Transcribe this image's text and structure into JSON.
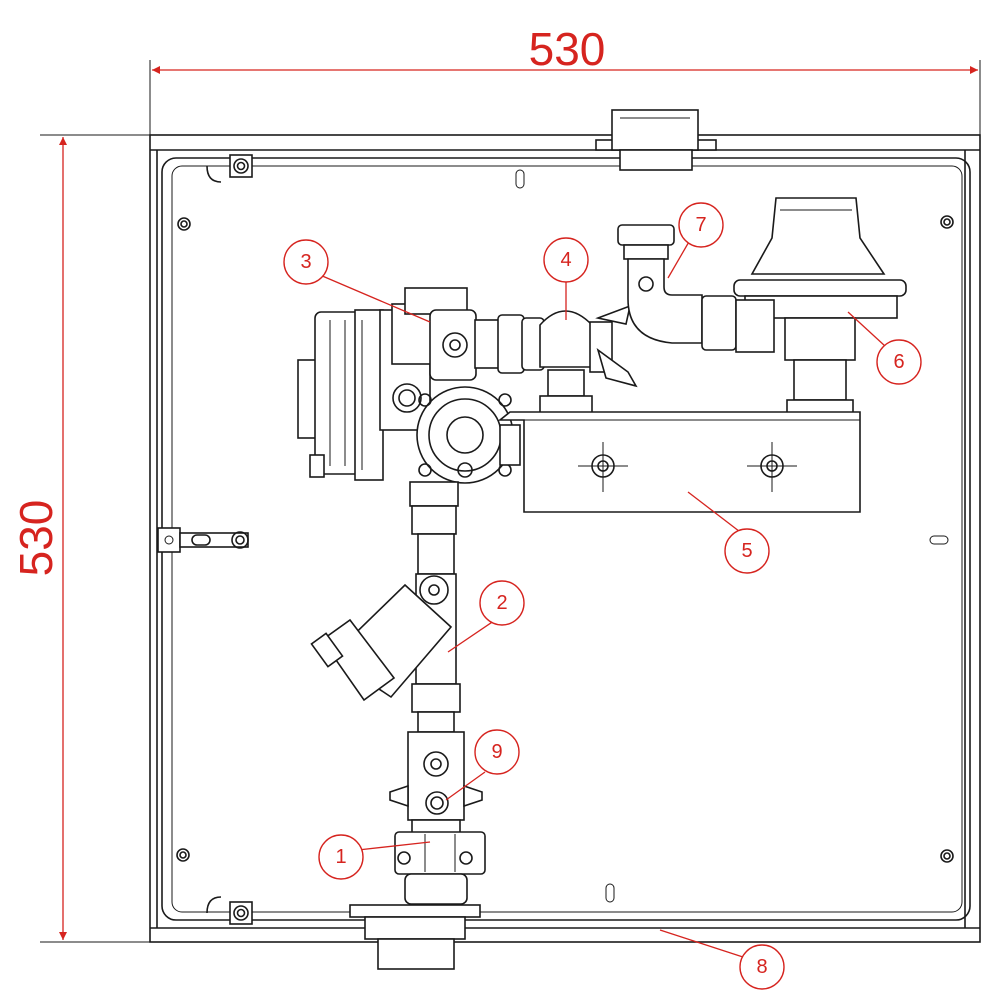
{
  "colors": {
    "dimension": "#d6241f",
    "drawing": "#1a1a1a",
    "background": "#ffffff"
  },
  "dimensions": {
    "width": "530",
    "height": "530"
  },
  "callouts": [
    {
      "id": "callout-1",
      "label": "1"
    },
    {
      "id": "callout-2",
      "label": "2"
    },
    {
      "id": "callout-3",
      "label": "3"
    },
    {
      "id": "callout-4",
      "label": "4"
    },
    {
      "id": "callout-5",
      "label": "5"
    },
    {
      "id": "callout-6",
      "label": "6"
    },
    {
      "id": "callout-7",
      "label": "7"
    },
    {
      "id": "callout-8",
      "label": "8"
    },
    {
      "id": "callout-9",
      "label": "9"
    }
  ]
}
